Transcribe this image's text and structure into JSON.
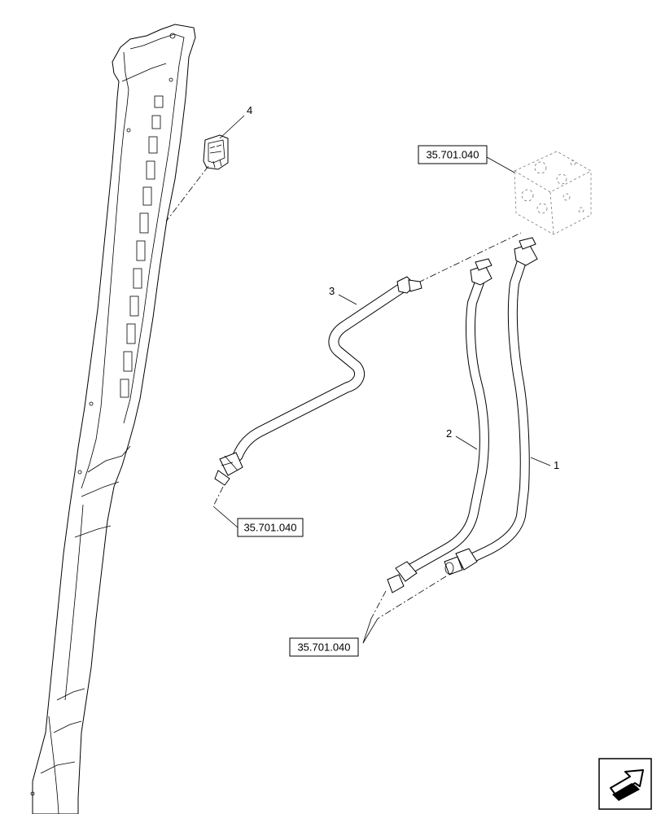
{
  "callouts": {
    "item1": "1",
    "item2": "2",
    "item3": "3",
    "item4": "4"
  },
  "references": {
    "valve_block_ref": "35.701.040",
    "tube3_end_ref": "35.701.040",
    "tubes_end_ref": "35.701.040"
  },
  "nav_icon": "next-page-arrow-icon"
}
